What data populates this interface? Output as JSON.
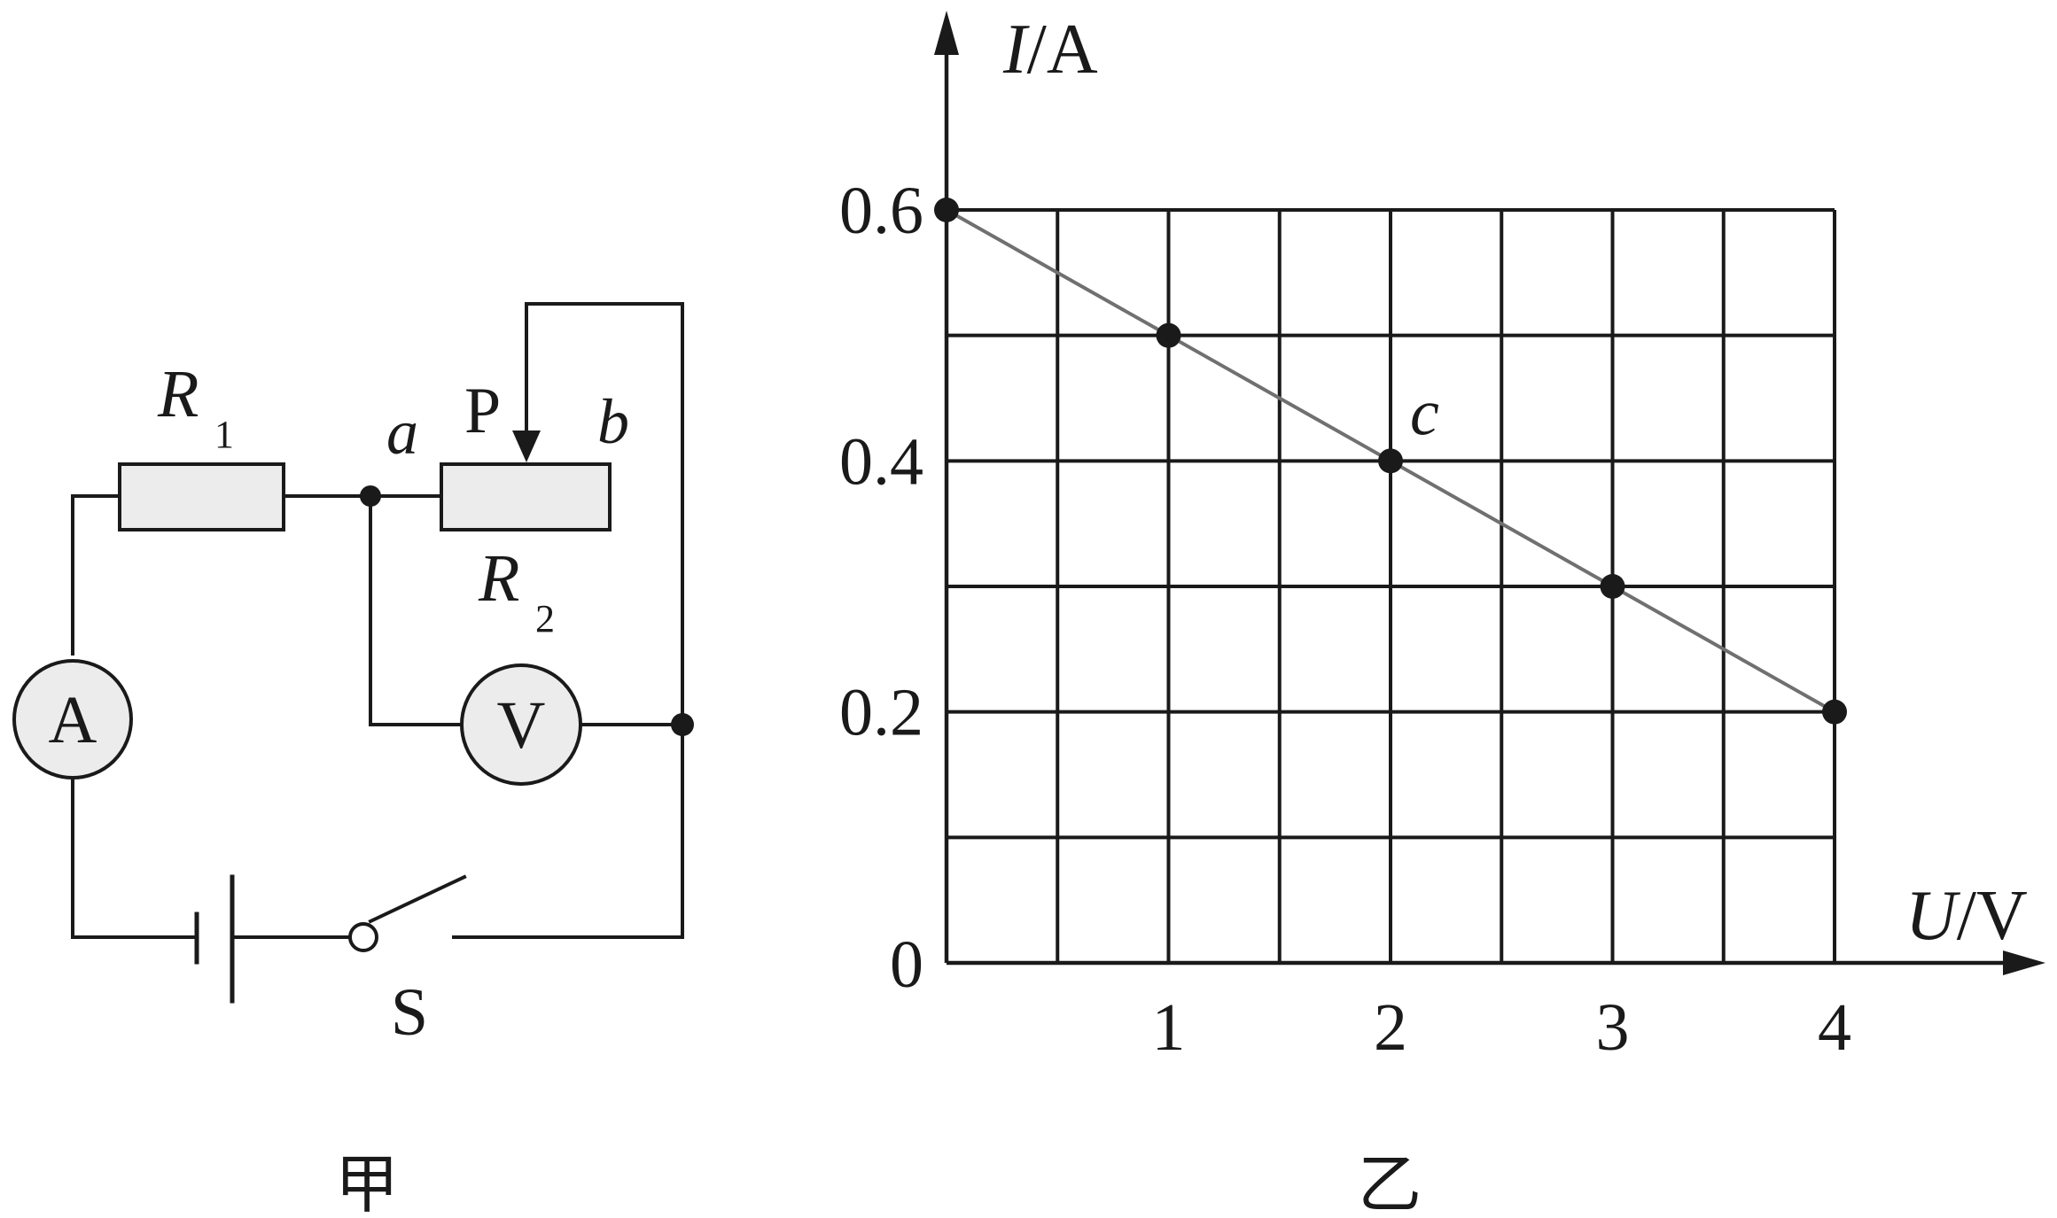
{
  "circuit": {
    "r1_label": "R",
    "r1_sub": "1",
    "r2_label": "R",
    "r2_sub": "2",
    "node_a": "a",
    "node_b": "b",
    "slider_p": "P",
    "ammeter": "A",
    "voltmeter": "V",
    "switch": "S",
    "caption": "甲"
  },
  "chart_caption": "乙",
  "chart_data": {
    "type": "line",
    "x_axis": {
      "var": "U",
      "unit": "V",
      "range": [
        0,
        4
      ],
      "ticks": [
        "1",
        "2",
        "3",
        "4"
      ],
      "tick_values": [
        1,
        2,
        3,
        4
      ]
    },
    "y_axis": {
      "var": "I",
      "unit": "A",
      "range": [
        0,
        0.6
      ],
      "ticks": [
        "0.2",
        "0.4",
        "0.6"
      ],
      "tick_values": [
        0.2,
        0.4,
        0.6
      ]
    },
    "origin_label": "0",
    "grid": true,
    "grid_steps": {
      "x": 0.5,
      "y": 0.1
    },
    "points": [
      {
        "x": 0,
        "y": 0.6,
        "label": ""
      },
      {
        "x": 1,
        "y": 0.5,
        "label": ""
      },
      {
        "x": 2,
        "y": 0.4,
        "label": "c"
      },
      {
        "x": 3,
        "y": 0.3,
        "label": ""
      },
      {
        "x": 4,
        "y": 0.2,
        "label": ""
      }
    ],
    "line_color": "#707070"
  }
}
